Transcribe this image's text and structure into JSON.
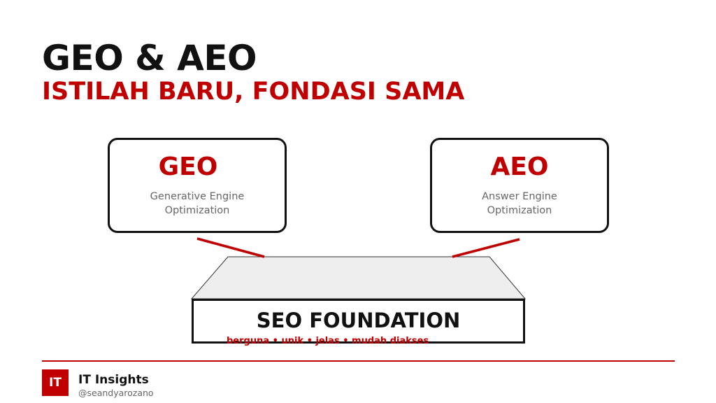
{
  "title": "GEO & AEO",
  "subtitle": "ISTILAH BARU, FONDASI SAMA",
  "cards": [
    {
      "title": "GEO",
      "description": [
        "Generative Engine",
        "Optimization"
      ]
    },
    {
      "title": "AEO",
      "description": [
        "Answer Engine",
        "Optimization"
      ]
    }
  ],
  "foundation": {
    "label": "SEO FOUNDATION",
    "keywords": "berguna • unik • jelas • mudah diakses"
  },
  "footer": {
    "logo_text": "IT",
    "brand": "IT Insights",
    "handle": "@seandyarozano"
  },
  "colors": {
    "accent": "#c00000",
    "text": "#111111",
    "muted": "#666666",
    "platform_top": "#eeeeee"
  }
}
